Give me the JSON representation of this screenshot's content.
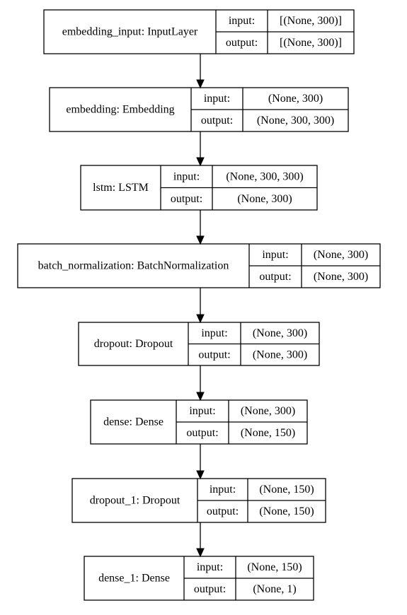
{
  "diagram": {
    "io_labels": {
      "input": "input:",
      "output": "output:"
    },
    "layers": [
      {
        "name": "embedding_input: InputLayer",
        "input": "[(None, 300)]",
        "output": "[(None, 300)]"
      },
      {
        "name": "embedding: Embedding",
        "input": "(None, 300)",
        "output": "(None, 300, 300)"
      },
      {
        "name": "lstm: LSTM",
        "input": "(None, 300, 300)",
        "output": "(None, 300)"
      },
      {
        "name": "batch_normalization: BatchNormalization",
        "input": "(None, 300)",
        "output": "(None, 300)"
      },
      {
        "name": "dropout: Dropout",
        "input": "(None, 300)",
        "output": "(None, 300)"
      },
      {
        "name": "dense: Dense",
        "input": "(None, 300)",
        "output": "(None, 150)"
      },
      {
        "name": "dropout_1: Dropout",
        "input": "(None, 150)",
        "output": "(None, 150)"
      },
      {
        "name": "dense_1: Dense",
        "input": "(None, 150)",
        "output": "(None, 1)"
      }
    ],
    "colors": {
      "stroke": "#000000",
      "background": "#ffffff",
      "text": "#000000"
    }
  }
}
